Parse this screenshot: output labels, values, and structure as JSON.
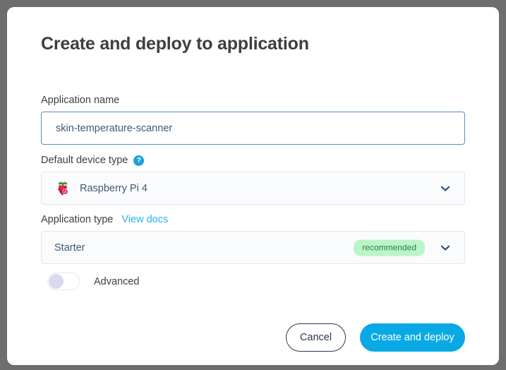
{
  "dialog": {
    "title": "Create and deploy to application",
    "fields": {
      "app_name": {
        "label": "Application name",
        "value": "skin-temperature-scanner",
        "placeholder": "Application name"
      },
      "device_type": {
        "label": "Default device type",
        "help_icon": "help-circle-icon",
        "value": "Raspberry Pi 4",
        "device_icon": "raspberry-pi-icon",
        "chevron_icon": "chevron-down-icon"
      },
      "app_type": {
        "label": "Application type",
        "docs_link": "View docs",
        "value": "Starter",
        "badge": "recommended",
        "chevron_icon": "chevron-down-icon"
      },
      "advanced": {
        "label": "Advanced",
        "enabled": false
      }
    },
    "footer": {
      "cancel_label": "Cancel",
      "submit_label": "Create and deploy"
    }
  },
  "colors": {
    "backdrop": "#6e6e6e",
    "card": "#ffffff",
    "accent_blue": "#09a9e6",
    "link_cyan": "#25b4ef",
    "focus_border": "#5b8bc4",
    "value_text": "#3e5975",
    "badge_bg": "#b9f5c7",
    "badge_text": "#2e7d47",
    "toggle_knob": "#d7dbeb"
  }
}
